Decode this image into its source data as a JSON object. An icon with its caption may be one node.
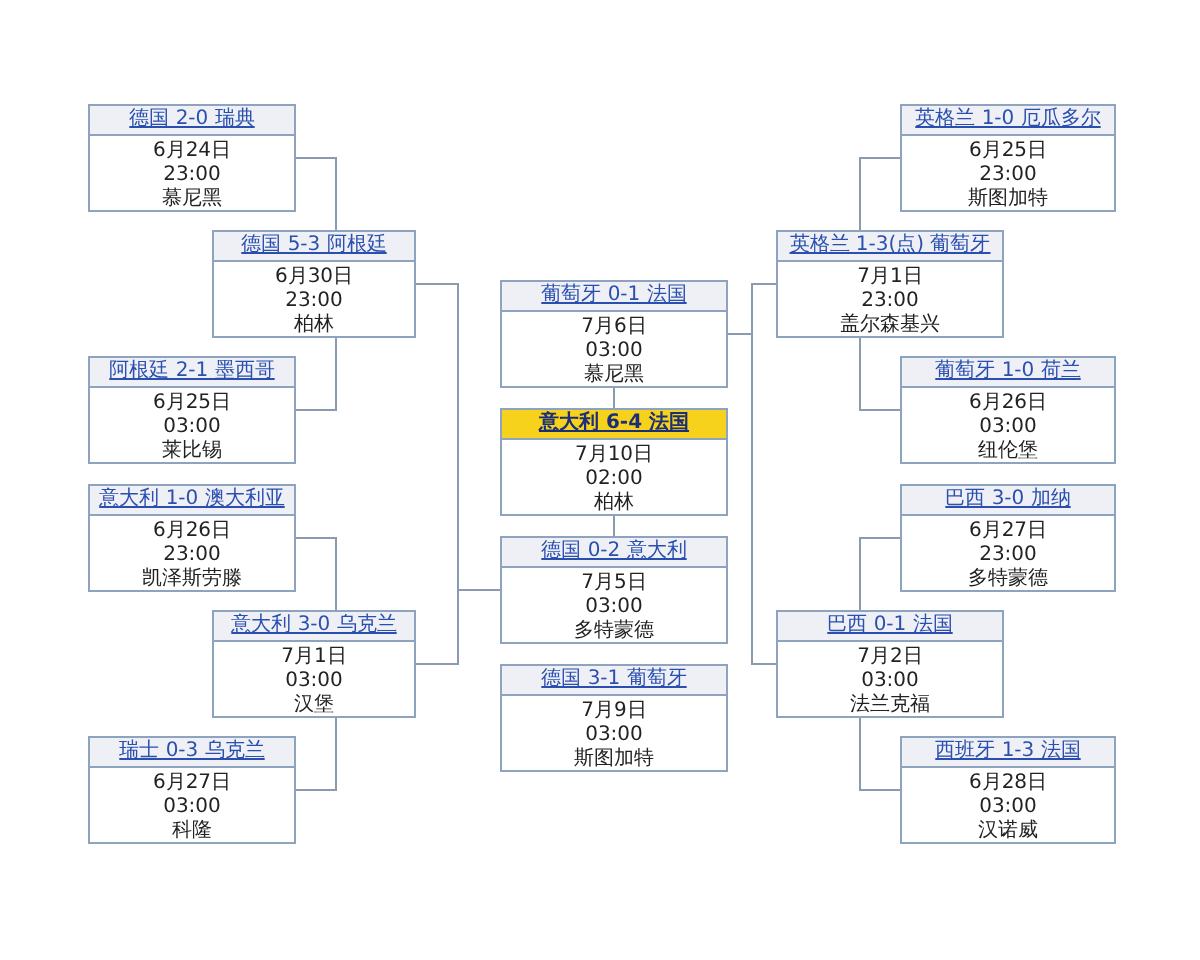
{
  "diagram": {
    "nodes": [
      {
        "text": [
          "德国 2-0 瑞典",
          "6月24日",
          "23:00",
          "慕尼黑"
        ]
      },
      {
        "text": [
          "德国 5-3 阿根廷",
          "6月30日",
          "23:00",
          "柏林"
        ]
      },
      {
        "text": [
          "阿根廷 2-1 墨西哥",
          "6月25日",
          "03:00",
          "莱比锡"
        ]
      },
      {
        "text": [
          "意大利 1-0 澳大利亚",
          "6月26日",
          "23:00",
          "凯泽斯劳滕"
        ]
      },
      {
        "text": [
          "意大利 3-0 乌克兰",
          "7月1日",
          "03:00",
          "汉堡"
        ]
      },
      {
        "text": [
          "瑞士 0-3 乌克兰",
          "6月27日",
          "03:00",
          "科隆"
        ]
      },
      {
        "text": [
          "葡萄牙 0-1 法国",
          "7月6日",
          "03:00",
          "慕尼黑"
        ]
      },
      {
        "text": [
          "意大利 6-4 法国",
          "7月10日",
          "02:00",
          "柏林"
        ]
      },
      {
        "text": [
          "德国 0-2 意大利",
          "7月5日",
          "03:00",
          "多特蒙德"
        ]
      },
      {
        "text": [
          "德国 3-1 葡萄牙",
          "7月9日",
          "03:00",
          "斯图加特"
        ]
      },
      {
        "text": [
          "英格兰 1-0 厄瓜多尔",
          "6月25日",
          "23:00",
          "斯图加特"
        ]
      },
      {
        "text": [
          "英格兰 1-3(点) 葡萄牙",
          "7月1日",
          "23:00",
          "盖尔森基兴"
        ]
      },
      {
        "text": [
          "葡萄牙 1-0 荷兰",
          "6月26日",
          "03:00",
          "纽伦堡"
        ]
      },
      {
        "text": [
          "巴西 3-0 加纳",
          "6月27日",
          "23:00",
          "多特蒙德"
        ]
      },
      {
        "text": [
          "巴西 0-1 法国",
          "7月2日",
          "03:00",
          "法兰克福"
        ]
      },
      {
        "text": [
          "西班牙 1-3 法国",
          "6月28日",
          "03:00",
          "汉诺威"
        ]
      }
    ],
    "edges": [
      {
        "from": 0,
        "to": 1,
        "arrow": "none"
      },
      {
        "from": 2,
        "to": 1,
        "arrow": "none"
      },
      {
        "from": 3,
        "to": 4,
        "arrow": "none"
      },
      {
        "from": 5,
        "to": 4,
        "arrow": "none"
      },
      {
        "from": 1,
        "to": 8,
        "arrow": "none"
      },
      {
        "from": 4,
        "to": 8,
        "arrow": "none"
      },
      {
        "from": 10,
        "to": 11,
        "arrow": "none"
      },
      {
        "from": 12,
        "to": 11,
        "arrow": "none"
      },
      {
        "from": 13,
        "to": 14,
        "arrow": "none"
      },
      {
        "from": 15,
        "to": 14,
        "arrow": "none"
      },
      {
        "from": 11,
        "to": 6,
        "arrow": "none"
      },
      {
        "from": 14,
        "to": 6,
        "arrow": "none"
      },
      {
        "from": 6,
        "to": 7,
        "arrow": "none"
      },
      {
        "from": 8,
        "to": 7,
        "arrow": "none"
      }
    ]
  }
}
